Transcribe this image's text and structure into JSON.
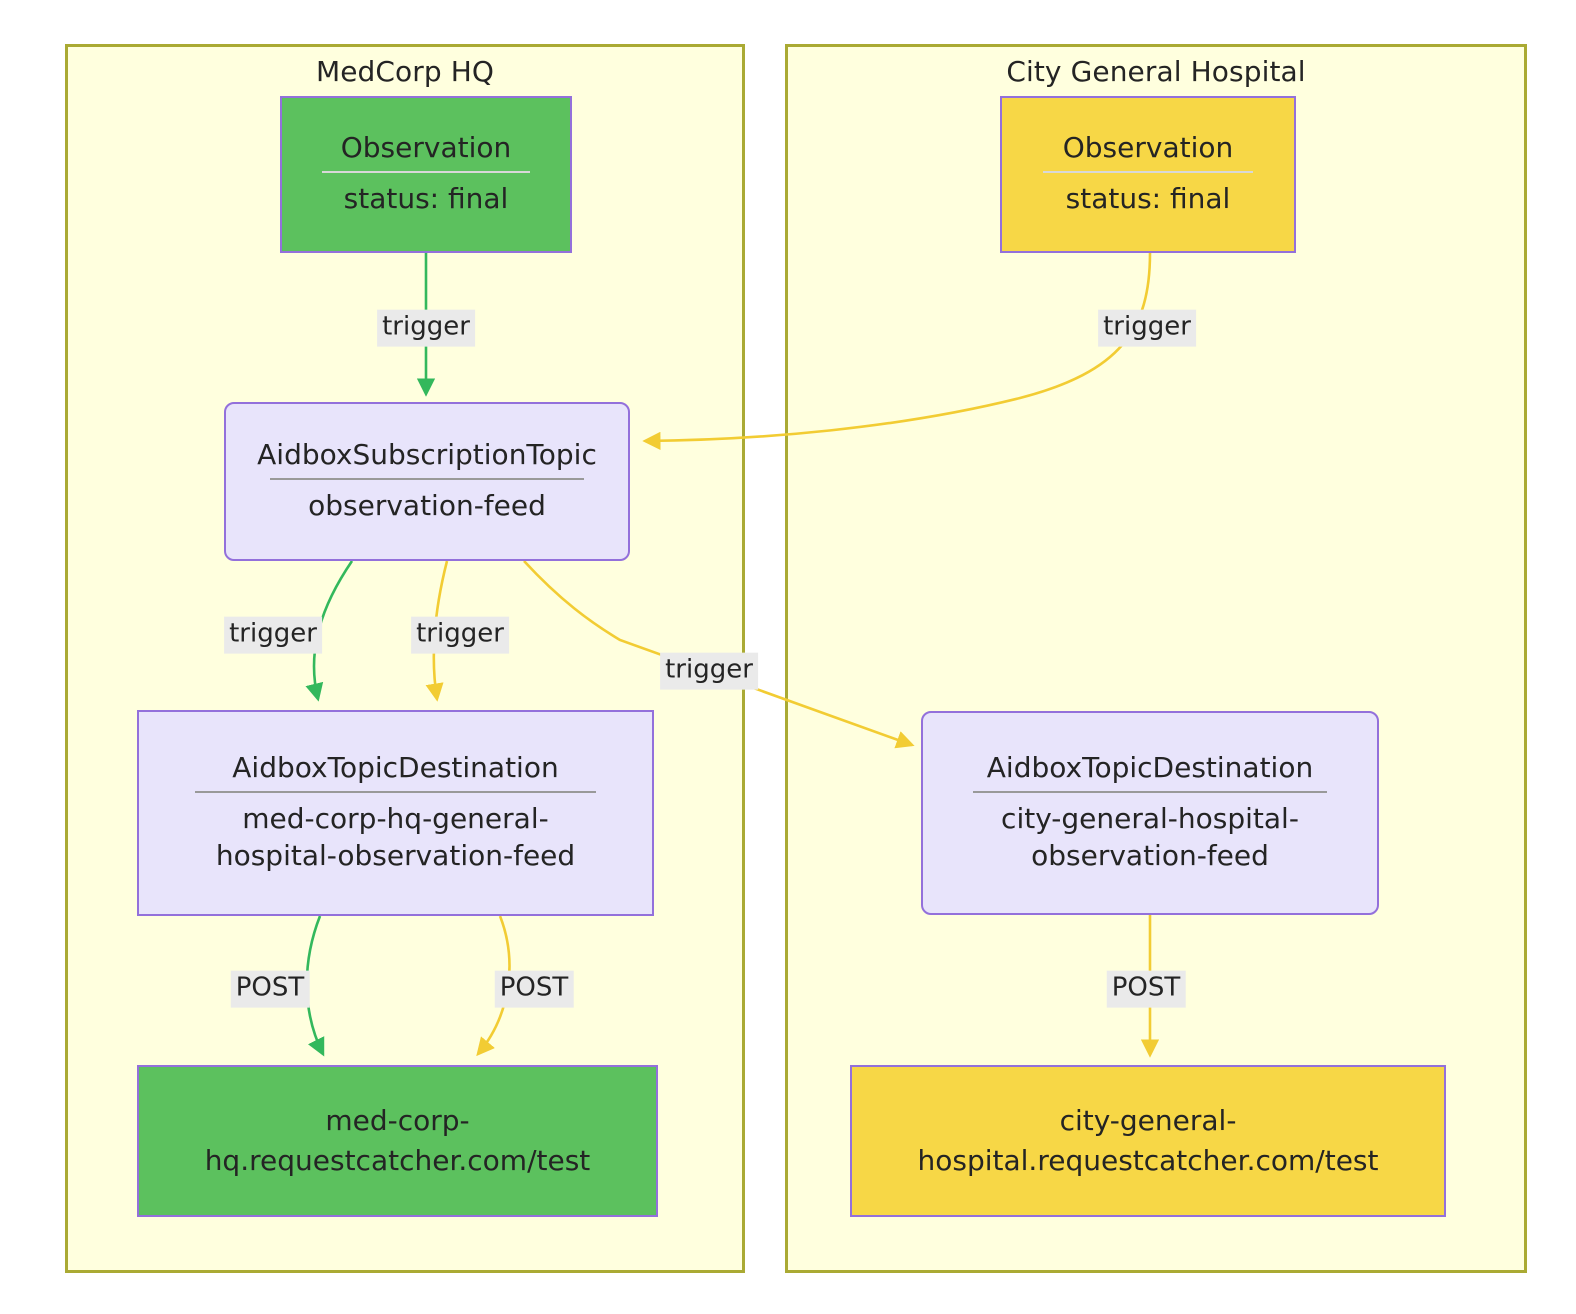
{
  "diagram": {
    "type": "flowchart",
    "background": "#ffffff",
    "colors": {
      "subgraph_fill": "#FFFFDE",
      "subgraph_border": "#AAAA33",
      "node_border": "#9370DB",
      "green_fill": "#5CC15E",
      "yellow_fill": "#F7D746",
      "lavender_fill": "#E8E4FB",
      "green_edge": "#33B85C",
      "yellow_edge": "#F2CC33",
      "label_bg": "#EAEAEA",
      "text": "#242424"
    },
    "subgraphs": [
      {
        "id": "medcorp",
        "title": "MedCorp HQ"
      },
      {
        "id": "citygeneral",
        "title": "City General Hospital"
      }
    ],
    "nodes": [
      {
        "id": "obs_hq",
        "class_name": "Observation",
        "attribute": "status: final",
        "fill": "green",
        "shape": "rect"
      },
      {
        "id": "obs_cgh",
        "class_name": "Observation",
        "attribute": "status: final",
        "fill": "yellow",
        "shape": "rect"
      },
      {
        "id": "topic",
        "class_name": "AidboxSubscriptionTopic",
        "attribute": "observation-feed",
        "fill": "lavender",
        "shape": "rounded-rect"
      },
      {
        "id": "dest_hq",
        "class_name": "AidboxTopicDestination",
        "attribute": "med-corp-hq-general-\nhospital-observation-feed",
        "fill": "lavender",
        "shape": "rect"
      },
      {
        "id": "dest_cgh",
        "class_name": "AidboxTopicDestination",
        "attribute": "city-general-hospital-\nobservation-feed",
        "fill": "lavender",
        "shape": "rounded-rect"
      },
      {
        "id": "endpoint_hq",
        "label": "med-corp-\nhq.requestcatcher.com/test",
        "fill": "green",
        "shape": "rect"
      },
      {
        "id": "endpoint_cgh",
        "label": "city-general-\nhospital.requestcatcher.com/test",
        "fill": "yellow",
        "shape": "rect"
      }
    ],
    "edges": [
      {
        "id": "e1",
        "from": "obs_hq",
        "to": "topic",
        "label": "trigger",
        "color": "green"
      },
      {
        "id": "e2",
        "from": "obs_cgh",
        "to": "topic",
        "label": "trigger",
        "color": "yellow"
      },
      {
        "id": "e3",
        "from": "topic",
        "to": "dest_hq",
        "label": "trigger",
        "color": "green"
      },
      {
        "id": "e4",
        "from": "topic",
        "to": "dest_hq",
        "label": "trigger",
        "color": "yellow"
      },
      {
        "id": "e5",
        "from": "topic",
        "to": "dest_cgh",
        "label": "trigger",
        "color": "yellow"
      },
      {
        "id": "e6",
        "from": "dest_hq",
        "to": "endpoint_hq",
        "label": "POST",
        "color": "green"
      },
      {
        "id": "e7",
        "from": "dest_hq",
        "to": "endpoint_hq",
        "label": "POST",
        "color": "yellow"
      },
      {
        "id": "e8",
        "from": "dest_cgh",
        "to": "endpoint_cgh",
        "label": "POST",
        "color": "yellow"
      }
    ]
  }
}
